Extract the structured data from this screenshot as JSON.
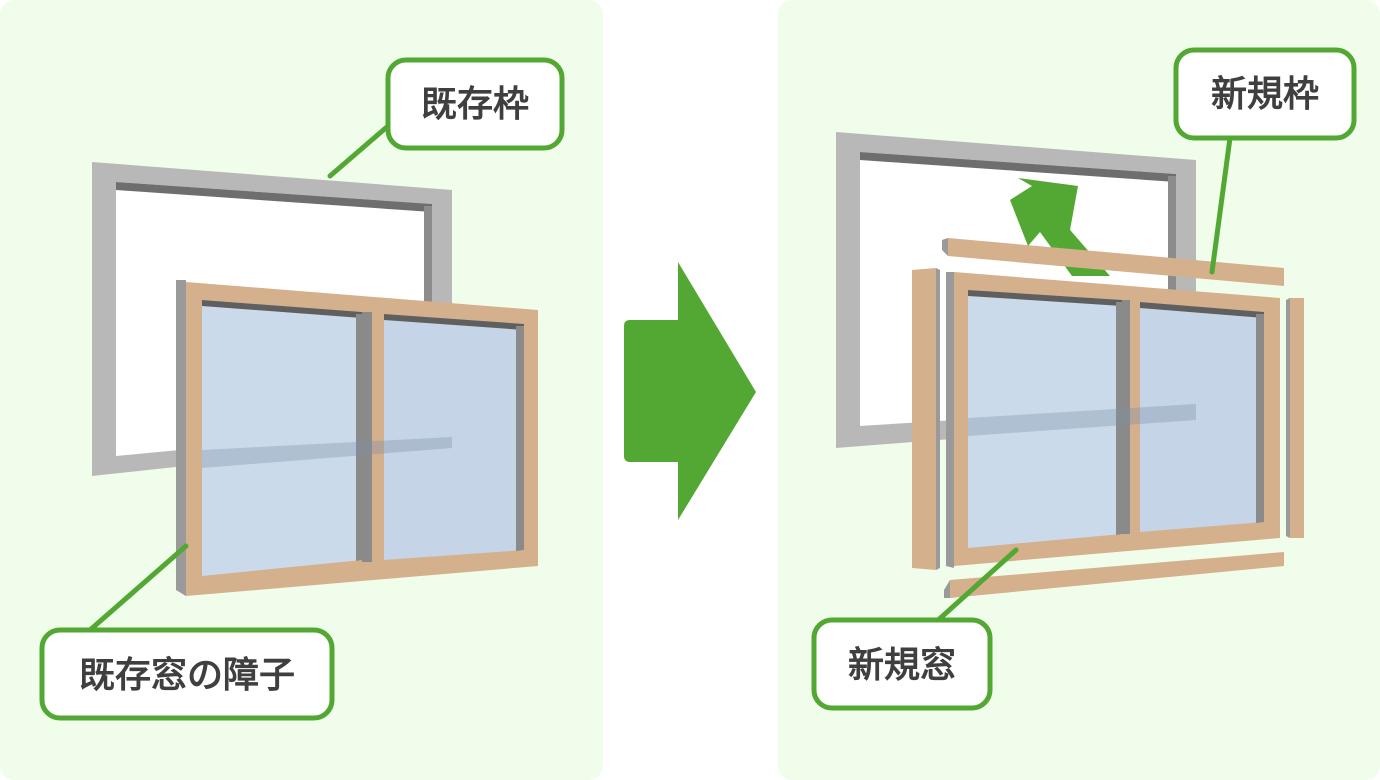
{
  "colors": {
    "panel_bg": "#f0fdeb",
    "accent_green": "#53a833",
    "frame_gray": "#b5b5b5",
    "frame_gray_dark": "#8a8a8a",
    "frame_wood": "#d4b08c",
    "glass_blue": "#c9dff2"
  },
  "left_panel": {
    "existing_frame_label": "既存枠",
    "existing_sash_label": "既存窓の障子"
  },
  "arrow": {
    "icon": "right-arrow-icon"
  },
  "right_panel": {
    "new_frame_label": "新規枠",
    "new_window_label": "新規窓"
  }
}
